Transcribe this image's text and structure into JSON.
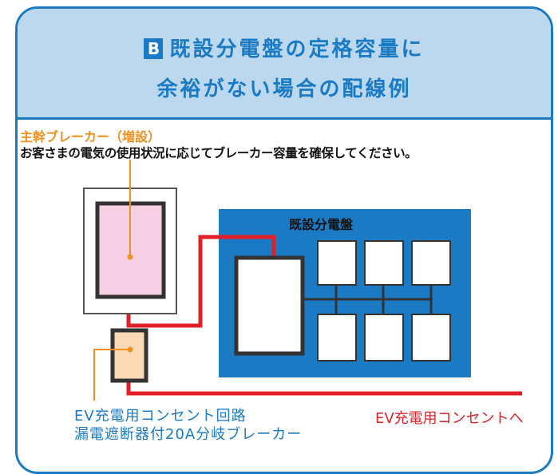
{
  "header": {
    "badge": "B",
    "title_line1": "既設分電盤の定格容量に",
    "title_line2": "余裕がない場合の配線例"
  },
  "main_breaker": {
    "label": "主幹ブレーカー（増設）",
    "note": "お客さまの電気の使用状況に応じてブレーカー容量を確保してください。"
  },
  "panel": {
    "label": "既設分電盤"
  },
  "ev_breaker": {
    "label_line1": "EV充電用コンセント回路",
    "label_line2": "漏電遮断器付20A分岐ブレーカー"
  },
  "outlet": {
    "label": "EV充電用コンセントへ"
  },
  "colors": {
    "accent_blue": "#1a7ac4",
    "header_bg": "#bcd8ee",
    "panel_blue": "#1a7ac4",
    "wire_red": "#e11f26",
    "leader_orange": "#f0901e",
    "main_breaker_fill": "#f7cfe2",
    "ev_breaker_fill": "#fcd9b6"
  }
}
